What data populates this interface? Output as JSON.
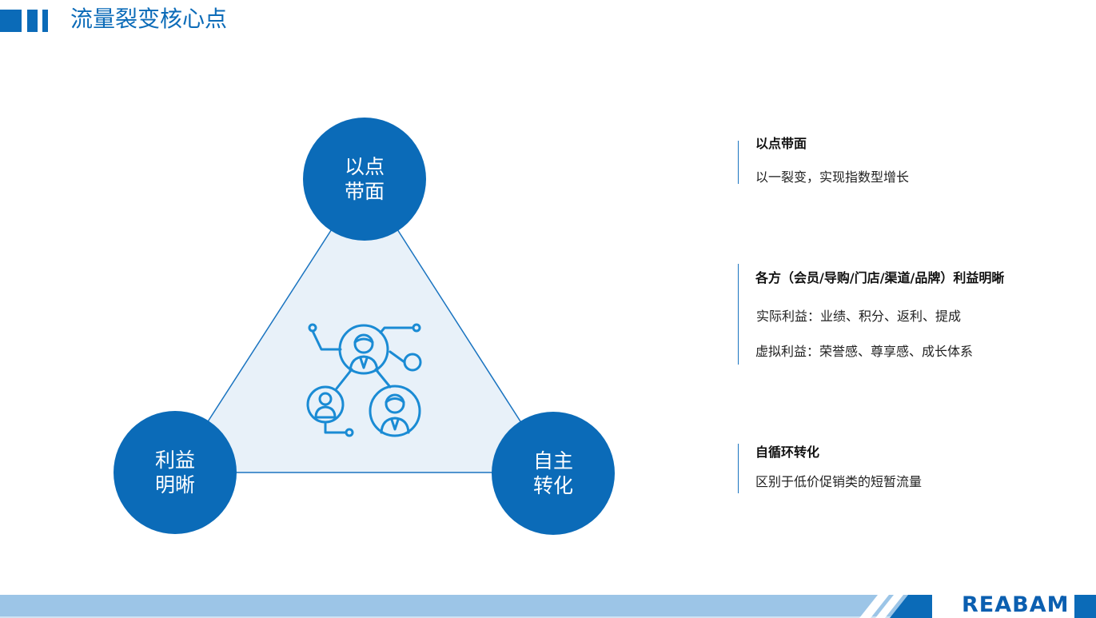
{
  "header": {
    "title": "流量裂变核心点"
  },
  "diagram": {
    "top_circle": {
      "line1": "以点",
      "line2": "带面"
    },
    "left_circle": {
      "line1": "利益",
      "line2": "明晰"
    },
    "right_circle": {
      "line1": "自主",
      "line2": "转化"
    },
    "center_icon": "network-people-icon",
    "colors": {
      "circle": "#0b6bb8",
      "triangle_fill": "#e8f1f9",
      "triangle_stroke": "#1a74c0",
      "icon": "#1a8bd4"
    }
  },
  "points": [
    {
      "title": "以点带面",
      "lines": [
        "以一裂变，实现指数型增长"
      ]
    },
    {
      "title": "各方（会员/导购/门店/渠道/品牌）利益明晰",
      "lines": [
        "实际利益：业绩、积分、返利、提成",
        "虚拟利益：荣誉感、尊享感、成长体系"
      ]
    },
    {
      "title": "自循环转化",
      "lines": [
        "区别于低价促销类的短暂流量"
      ]
    }
  ],
  "footer": {
    "logo_text": "REABAM",
    "logo_mark": "®",
    "accent": "#0b5fb0",
    "band_color": "#9cc5e7"
  }
}
